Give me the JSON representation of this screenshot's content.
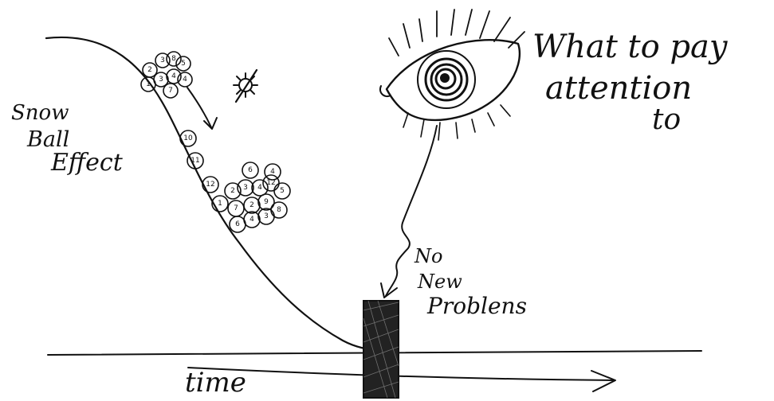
{
  "labels": {
    "snowball_1": "Snow",
    "snowball_2": "Ball",
    "snowball_3": "Effect",
    "attention_1": "What to pay",
    "attention_2": "attention",
    "attention_3": "to",
    "problems_1": "No",
    "problems_2": "New",
    "problems_3": "Problens",
    "axis": "time"
  },
  "ball_clusters": [
    {
      "id": "small-cluster",
      "numbers": [
        "2",
        "3",
        "8",
        "1",
        "3",
        "4",
        "5",
        "4",
        "7"
      ]
    },
    {
      "id": "chain",
      "numbers": [
        "10",
        "11",
        "12"
      ]
    },
    {
      "id": "large-cluster",
      "numbers": [
        "6",
        "4",
        "1",
        "2",
        "3",
        "4",
        "5",
        "12",
        "7",
        "2",
        "9",
        "8",
        "6",
        "4",
        "3"
      ]
    }
  ],
  "colors": {
    "ink": "#111111",
    "paper": "#ffffff"
  }
}
